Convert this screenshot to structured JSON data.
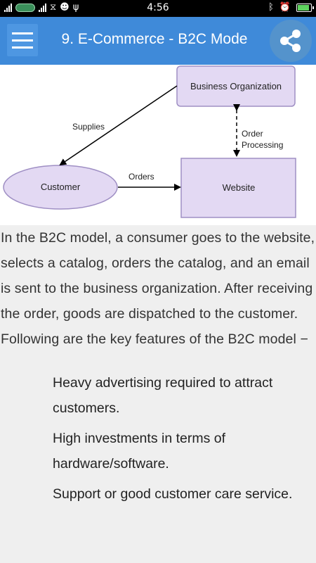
{
  "status_bar": {
    "time": "4:56",
    "battery_level": 0.9
  },
  "app_bar": {
    "title": "9. E-Commerce - B2C Mode",
    "menu_icon": "hamburger-menu-icon",
    "share_icon": "share-icon"
  },
  "diagram": {
    "nodes": {
      "business": "Business Organization",
      "customer": "Customer",
      "website": "Website"
    },
    "edges": {
      "supplies": "Supplies",
      "orders": "Orders",
      "order_processing_1": "Order",
      "order_processing_2": "Processing"
    },
    "colors": {
      "node_fill": "#e3d9f3",
      "node_stroke": "#9f8fc4"
    }
  },
  "content": {
    "paragraph": "In the B2C model, a consumer goes to the website, selects a catalog, orders the catalog, and an email is sent to the business organization. After receiving the order, goods are dispatched to the customer. Following are the key features of the B2C model −",
    "features": [
      "Heavy advertising required to attract customers.",
      "High investments in terms of hardware/software.",
      "Support or good customer care service."
    ]
  }
}
